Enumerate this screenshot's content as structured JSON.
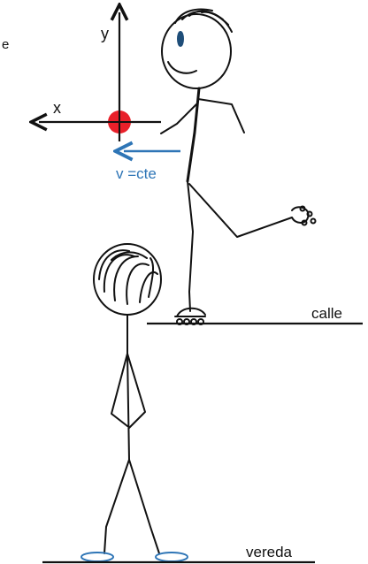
{
  "axes": {
    "y_label": "y",
    "x_label": "x"
  },
  "annotations": {
    "velocity": "v =cte",
    "corner_fragment": "e"
  },
  "surfaces": {
    "street": "calle",
    "sidewalk": "vereda"
  },
  "colors": {
    "ink": "#111111",
    "point": "#e8202a",
    "velocity_arrow": "#2e75b6",
    "eye": "#1f4e79",
    "shoe": "#2e75b6"
  }
}
